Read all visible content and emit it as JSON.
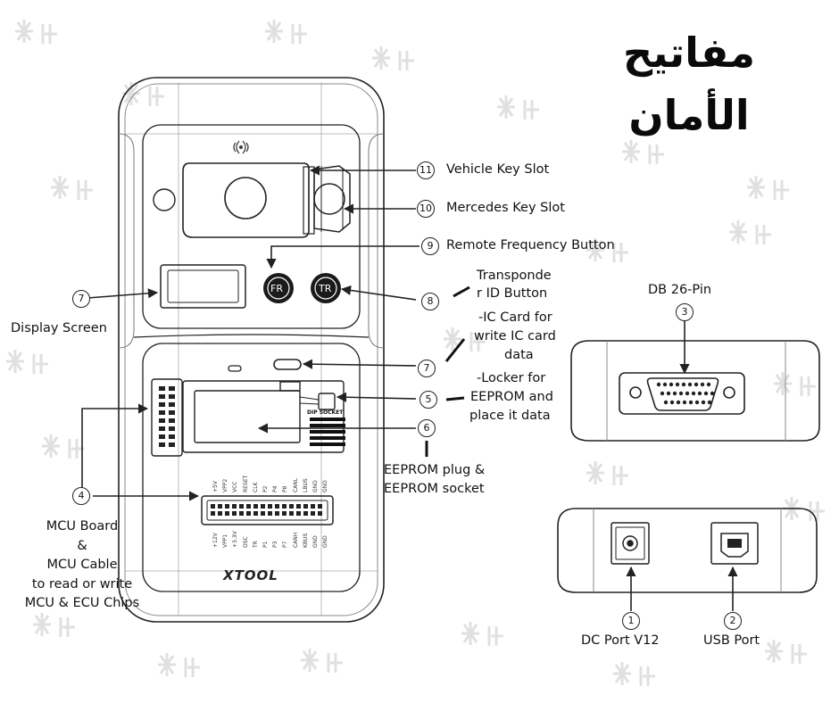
{
  "logo": {
    "text": "مفاتيح الأمان"
  },
  "labels": {
    "n11": "11",
    "vehicle_key_slot": "Vehicle Key Slot",
    "n10": "10",
    "mercedes_key_slot": "Mercedes Key Slot",
    "n9": "9",
    "remote_frequency_button": "Remote Frequency Button",
    "n7a": "7",
    "display_screen": "Display Screen",
    "n8": "8",
    "transponder_id_button_1": "Transponde",
    "transponder_id_button_2": "r ID Button",
    "ic_card_1": "-IC Card for",
    "ic_card_2": "write IC card",
    "ic_card_3": "data",
    "n7b": "7",
    "locker_1": "-Locker for",
    "locker_2": "EEPROM and",
    "locker_3": "place it data",
    "n5": "5",
    "n6": "6",
    "eeprom_plug_1": "EEPROM plug &",
    "eeprom_plug_2": "EEPROM socket",
    "n4": "4",
    "mcu_1": "MCU Board",
    "mcu_2": "&",
    "mcu_3": "MCU Cable",
    "mcu_4": "to read or write",
    "mcu_5": "MCU & ECU Chips",
    "db26": "DB 26-Pin",
    "n3": "3",
    "n1": "1",
    "dc_port": "DC Port V12",
    "n2": "2",
    "usb_port": "USB Port"
  },
  "device": {
    "btn_fr": "FR",
    "btn_tr": "TR",
    "dip_socket": "DIP SOCKET",
    "brand": "XTOOL",
    "pins_top": [
      "+5V",
      "VPP2",
      "VCC",
      "RESET",
      "CLK",
      "P2",
      "P4",
      "P8",
      "CANL",
      "LBUS",
      "GND",
      "GND"
    ],
    "pins_bottom": [
      "+12V",
      "VPP1",
      "+3.3V",
      "OSC",
      "TR",
      "P1",
      "P3",
      "P7",
      "CANH",
      "KBUS",
      "GND",
      "GND"
    ]
  },
  "colors": {
    "line": "#222222",
    "light_line": "#9a9a9a",
    "watermark": "#d7d7d7"
  },
  "icons": {
    "rfid": "rfid-waves-icon"
  }
}
